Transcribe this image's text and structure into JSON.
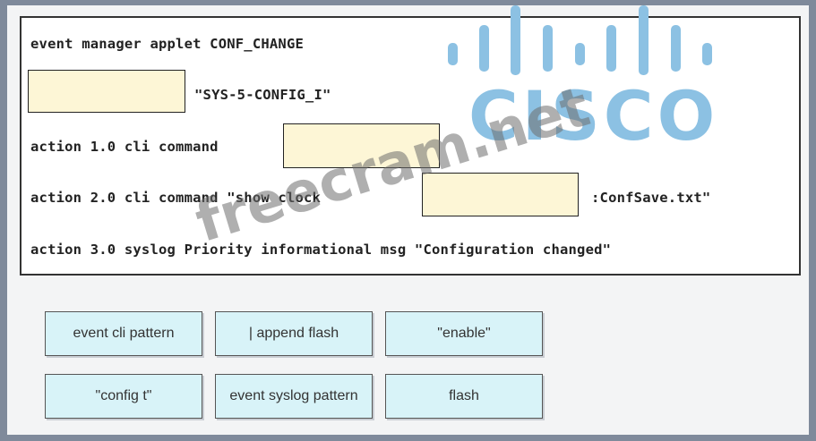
{
  "code": {
    "line1": "event manager applet CONF_CHANGE",
    "line2_suffix": "\"SYS-5-CONFIG_I\"",
    "line3_prefix": "action 1.0 cli command",
    "line4_prefix": "action 2.0 cli command \"show clock",
    "line4_suffix": ":ConfSave.txt\"",
    "line5": "action 3.0 syslog Priority informational msg \"Configuration changed\""
  },
  "tiles": [
    "event cli pattern",
    "| append flash",
    "\"enable\"",
    "\"config t\"",
    "event syslog pattern",
    "flash"
  ],
  "logo": {
    "text": "CISCO",
    "color": "#8cc1e3"
  },
  "watermark": "freecram.net"
}
